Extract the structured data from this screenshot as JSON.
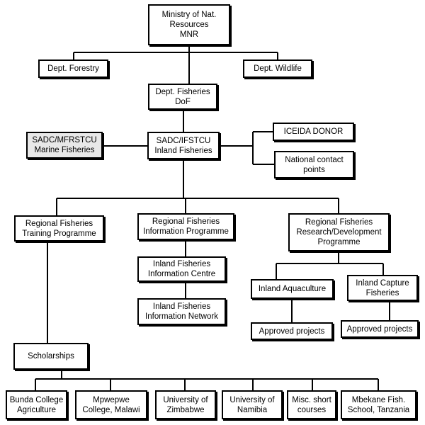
{
  "nodes": {
    "mnr": [
      "Ministry of Nat.",
      "Resources",
      "MNR"
    ],
    "forestry": [
      "Dept. Forestry"
    ],
    "wildlife": [
      "Dept. Wildlife"
    ],
    "dof": [
      "Dept. Fisheries",
      "DoF"
    ],
    "mfrstcu": [
      "SADC/MFRSTCU",
      "Marine Fisheries"
    ],
    "ifstcu": [
      "SADC/IFSTCU",
      "Inland Fisheries"
    ],
    "iceida": [
      "ICEIDA  DONOR"
    ],
    "ncp": [
      "National contact",
      "points"
    ],
    "rftp": [
      "Regional Fisheries",
      "Training Programme"
    ],
    "rfip": [
      "Regional Fisheries",
      "Information Programme"
    ],
    "rfrdp": [
      "Regional Fisheries",
      "Research/Development",
      "Programme"
    ],
    "ific": [
      "Inland Fisheries",
      "Information Centre"
    ],
    "ifin": [
      "Inland Fisheries",
      "Information Network"
    ],
    "aquaculture": [
      "Inland Aquaculture"
    ],
    "capture": [
      "Inland Capture",
      "Fisheries"
    ],
    "approved1": [
      "Approved projects"
    ],
    "approved2": [
      "Approved projects"
    ],
    "scholarships": [
      "Scholarships"
    ],
    "bunda": [
      "Bunda College",
      "Agriculture"
    ],
    "mpwepwe": [
      "Mpwepwe",
      "College, Malawi"
    ],
    "zimbabwe": [
      "University of",
      "Zimbabwe"
    ],
    "namibia": [
      "University of",
      "Namibia"
    ],
    "misc": [
      "Misc. short",
      "courses"
    ],
    "mbekane": [
      "Mbekane Fish.",
      "School, Tanzania"
    ]
  }
}
